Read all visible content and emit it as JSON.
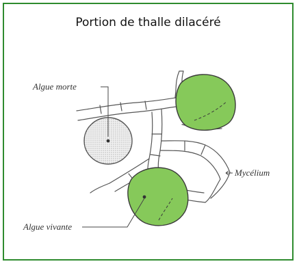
{
  "title": "Portion de thalle dilacéré",
  "labels": {
    "dead_alga": "Algue morte",
    "living_alga": "Algue vivante",
    "mycelium": "Mycélium"
  },
  "colors": {
    "border": "#2e8b2e",
    "living_alga_fill": "#86c95a",
    "dead_alga_fill": "#e6e6e6",
    "line": "#555555"
  }
}
